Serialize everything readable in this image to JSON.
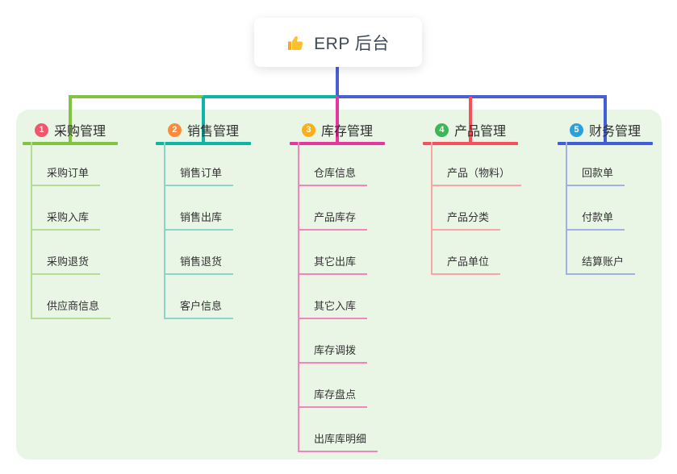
{
  "root": {
    "label": "ERP 后台",
    "icon": "thumbs-up-icon"
  },
  "canvas": {
    "background": "#ffffff",
    "panel_color": "#e9f5e5",
    "root_line_color": "#4a5fd4",
    "text_color": "#333333",
    "root_text_color": "#3e4a57",
    "thumb_colors": {
      "hand": "#fbc02d",
      "cuff": "#f9a825"
    }
  },
  "branches": [
    {
      "number": "1",
      "label": "采购管理",
      "badge_color": "#f2566c",
      "line_color": "#82c341",
      "child_line_color": "#b5dc96",
      "children": [
        "采购订单",
        "采购入库",
        "采购退货",
        "供应商信息"
      ]
    },
    {
      "number": "2",
      "label": "销售管理",
      "badge_color": "#fb8a3c",
      "line_color": "#0db5a6",
      "child_line_color": "#8ed4cc",
      "children": [
        "销售订单",
        "销售出库",
        "销售退货",
        "客户信息"
      ]
    },
    {
      "number": "3",
      "label": "库存管理",
      "badge_color": "#fbaf1c",
      "line_color": "#e5379f",
      "child_line_color": "#f285bd",
      "children": [
        "仓库信息",
        "产品库存",
        "其它出库",
        "其它入库",
        "库存调拨",
        "库存盘点",
        "出库库明细"
      ]
    },
    {
      "number": "4",
      "label": "产品管理",
      "badge_color": "#3eb556",
      "line_color": "#f74f5e",
      "child_line_color": "#fba4a4",
      "children": [
        "产品（物料）",
        "产品分类",
        "产品单位"
      ]
    },
    {
      "number": "5",
      "label": "财务管理",
      "badge_color": "#2ba0da",
      "line_color": "#3f5ed7",
      "child_line_color": "#a0b1e6",
      "children": [
        "回款单",
        "付款单",
        "结算账户"
      ]
    }
  ]
}
